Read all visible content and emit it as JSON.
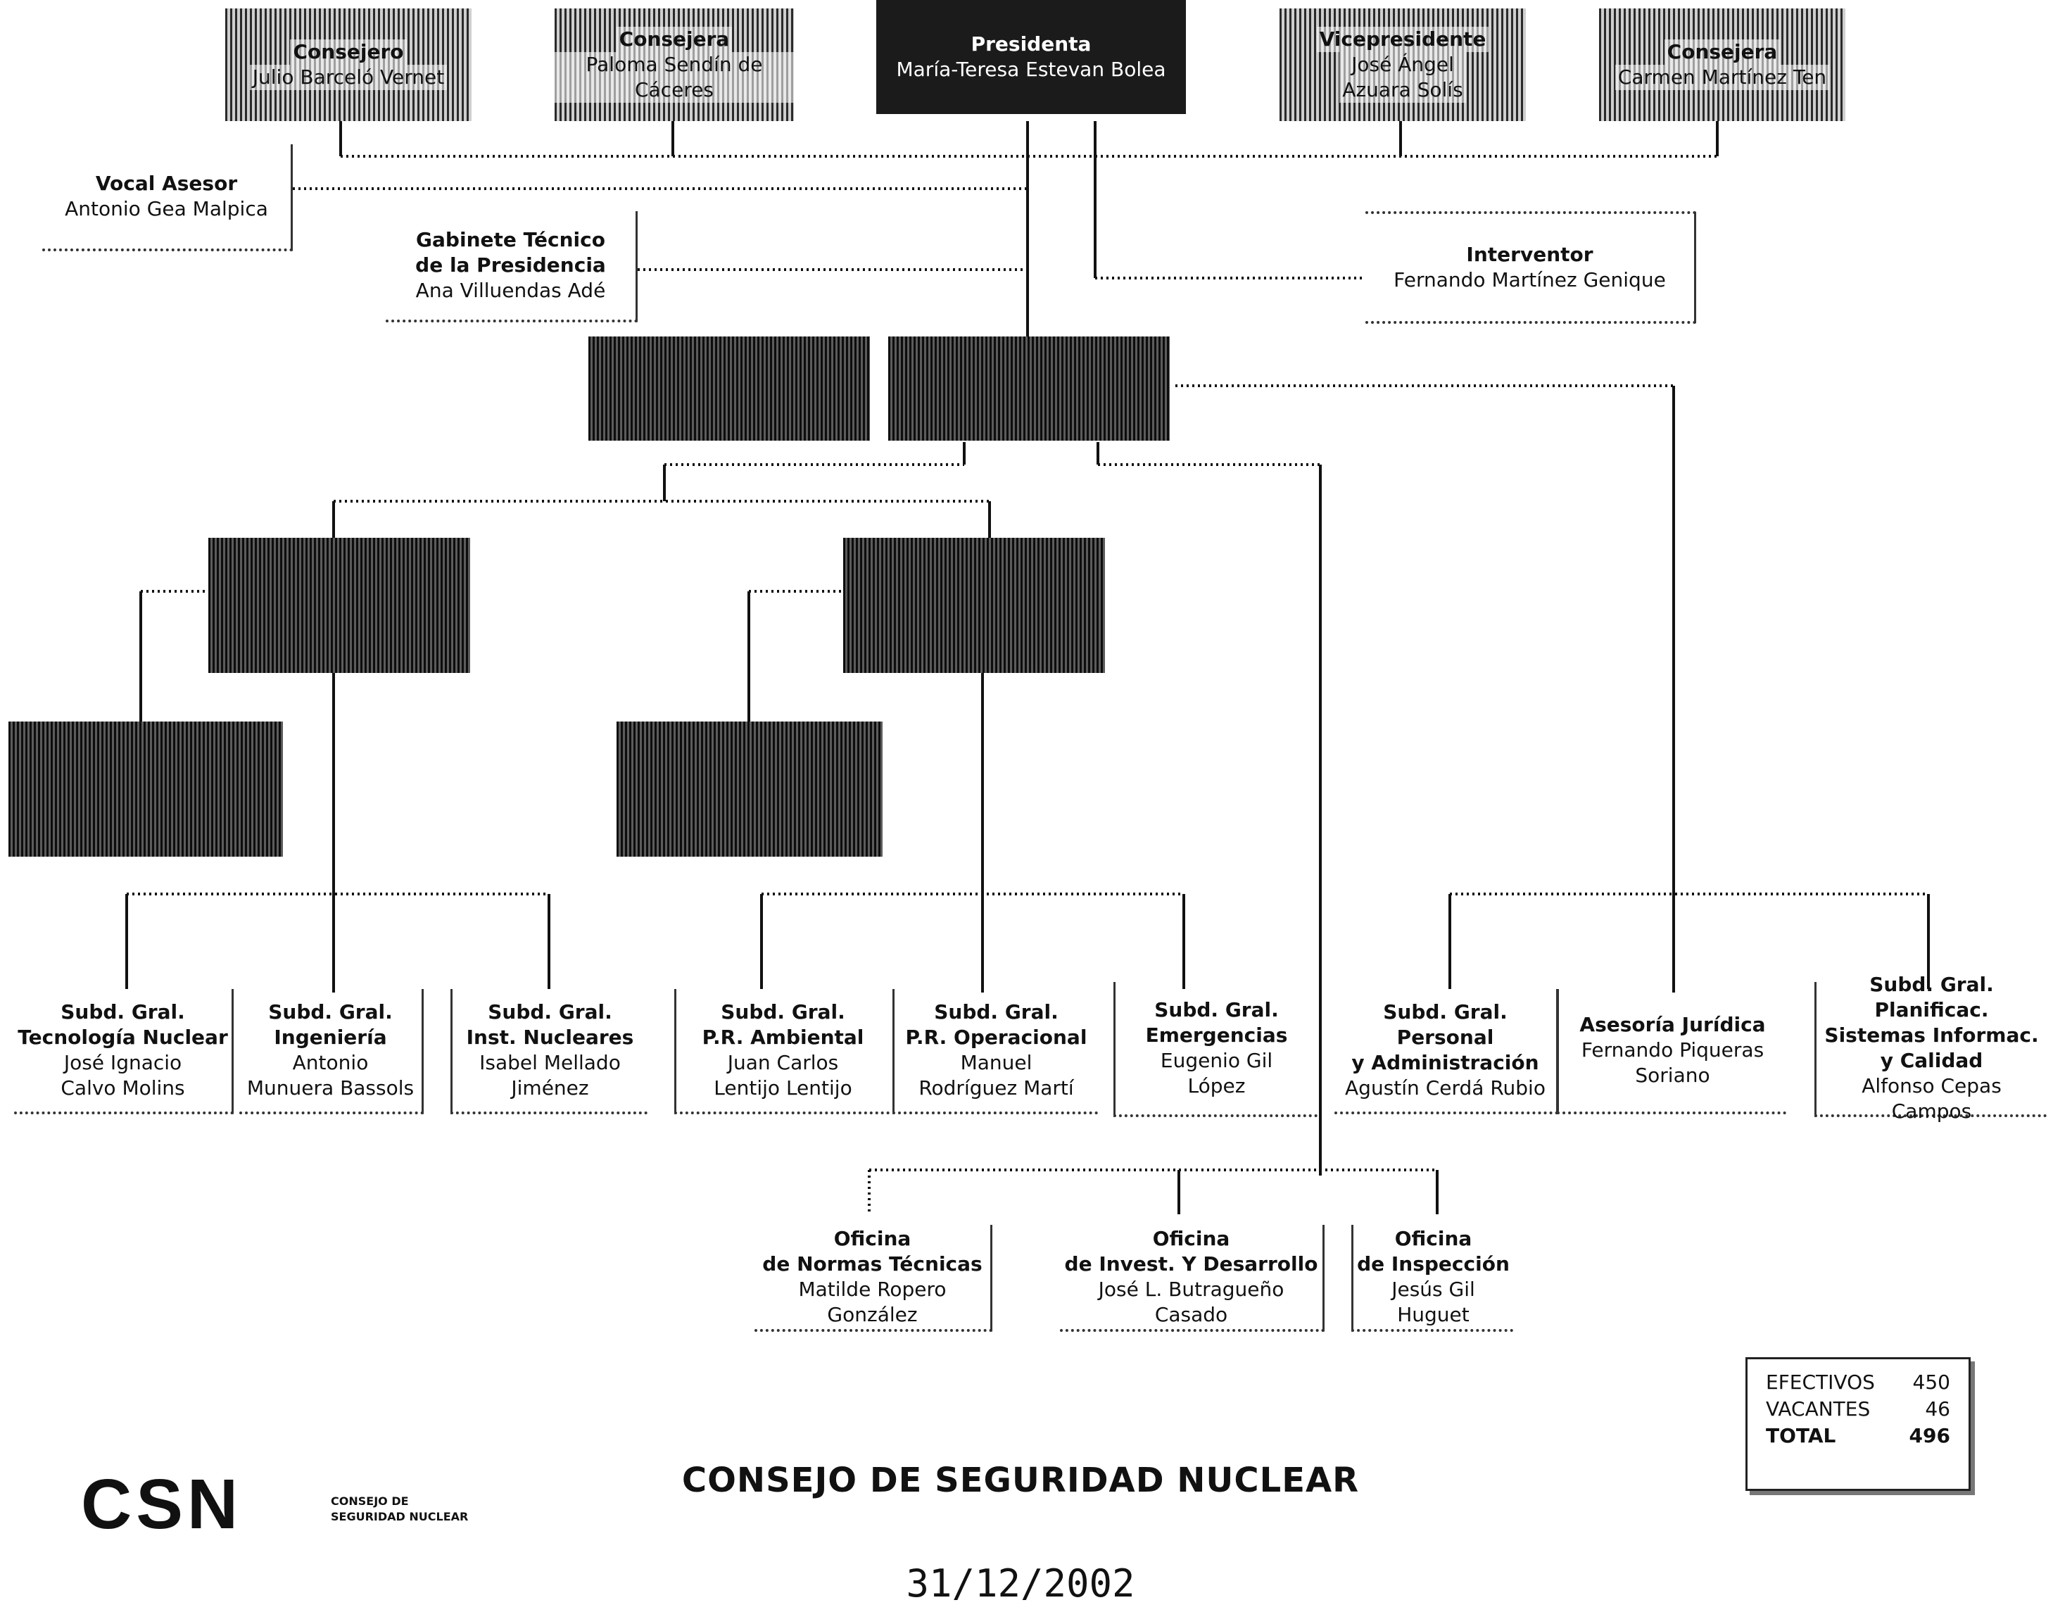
{
  "board": {
    "consejero1": {
      "title": "Consejero",
      "name": "Julio Barceló Vernet"
    },
    "consejera1": {
      "title": "Consejera",
      "name": "Paloma Sendín de Cáceres"
    },
    "presidenta": {
      "title": "Presidenta",
      "name": "María-Teresa Estevan Bolea"
    },
    "vicepresidente": {
      "title": "Vicepresidente",
      "name": "José Ángel\nAzuara Solís"
    },
    "consejera2": {
      "title": "Consejera",
      "name": "Carmen Martínez Ten"
    }
  },
  "staff": {
    "vocal": {
      "title": "Vocal Asesor",
      "name": "Antonio Gea Malpica"
    },
    "gabinete": {
      "title": "Gabinete Técnico\nde la Presidencia",
      "name": "Ana Villuendas Adé"
    },
    "interventor": {
      "title": "Interventor",
      "name": "Fernando Martínez Genique"
    }
  },
  "subdirecciones": {
    "tecnologia": {
      "title": "Subd. Gral.\nTecnología Nuclear",
      "name": "José Ignacio\nCalvo Molins"
    },
    "ingenieria": {
      "title": "Subd. Gral.\nIngeniería",
      "name": "Antonio\nMunuera Bassols"
    },
    "instalaciones": {
      "title": "Subd. Gral.\nInst. Nucleares",
      "name": "Isabel Mellado\nJiménez"
    },
    "ambiental": {
      "title": "Subd. Gral.\nP.R. Ambiental",
      "name": "Juan Carlos\nLentijo Lentijo"
    },
    "operacional": {
      "title": "Subd. Gral.\nP.R. Operacional",
      "name": "Manuel\nRodríguez Martí"
    },
    "emergencias": {
      "title": "Subd. Gral.\nEmergencias",
      "name": "Eugenio Gil\nLópez"
    },
    "personal": {
      "title": "Subd. Gral. Personal\ny Administración",
      "name": "Agustín Cerdá Rubio"
    },
    "juridica": {
      "title": "Asesoría Jurídica",
      "name": "Fernando Piqueras\nSoriano"
    },
    "planificacion": {
      "title": "Subd. Gral. Planificac.\nSistemas Informac.\ny Calidad",
      "name": "Alfonso Cepas\nCampos"
    }
  },
  "oficinas": {
    "normas": {
      "title": "Oficina\nde Normas Técnicas",
      "name": "Matilde Ropero González"
    },
    "investigacion": {
      "title": "Oficina\nde Invest. Y Desarrollo",
      "name": "José L. Butragueño Casado"
    },
    "inspeccion": {
      "title": "Oficina\nde Inspección",
      "name": "Jesús Gil Huguet"
    }
  },
  "totals": {
    "efectivos_label": "EFECTIVOS",
    "efectivos_value": "450",
    "vacantes_label": "VACANTES",
    "vacantes_value": "46",
    "total_label": "TOTAL",
    "total_value": "496"
  },
  "logo": {
    "mark": "CSN",
    "sub": "CONSEJO DE\nSEGURIDAD NUCLEAR"
  },
  "title": "CONSEJO DE SEGURIDAD NUCLEAR",
  "date": "31/12/2002"
}
